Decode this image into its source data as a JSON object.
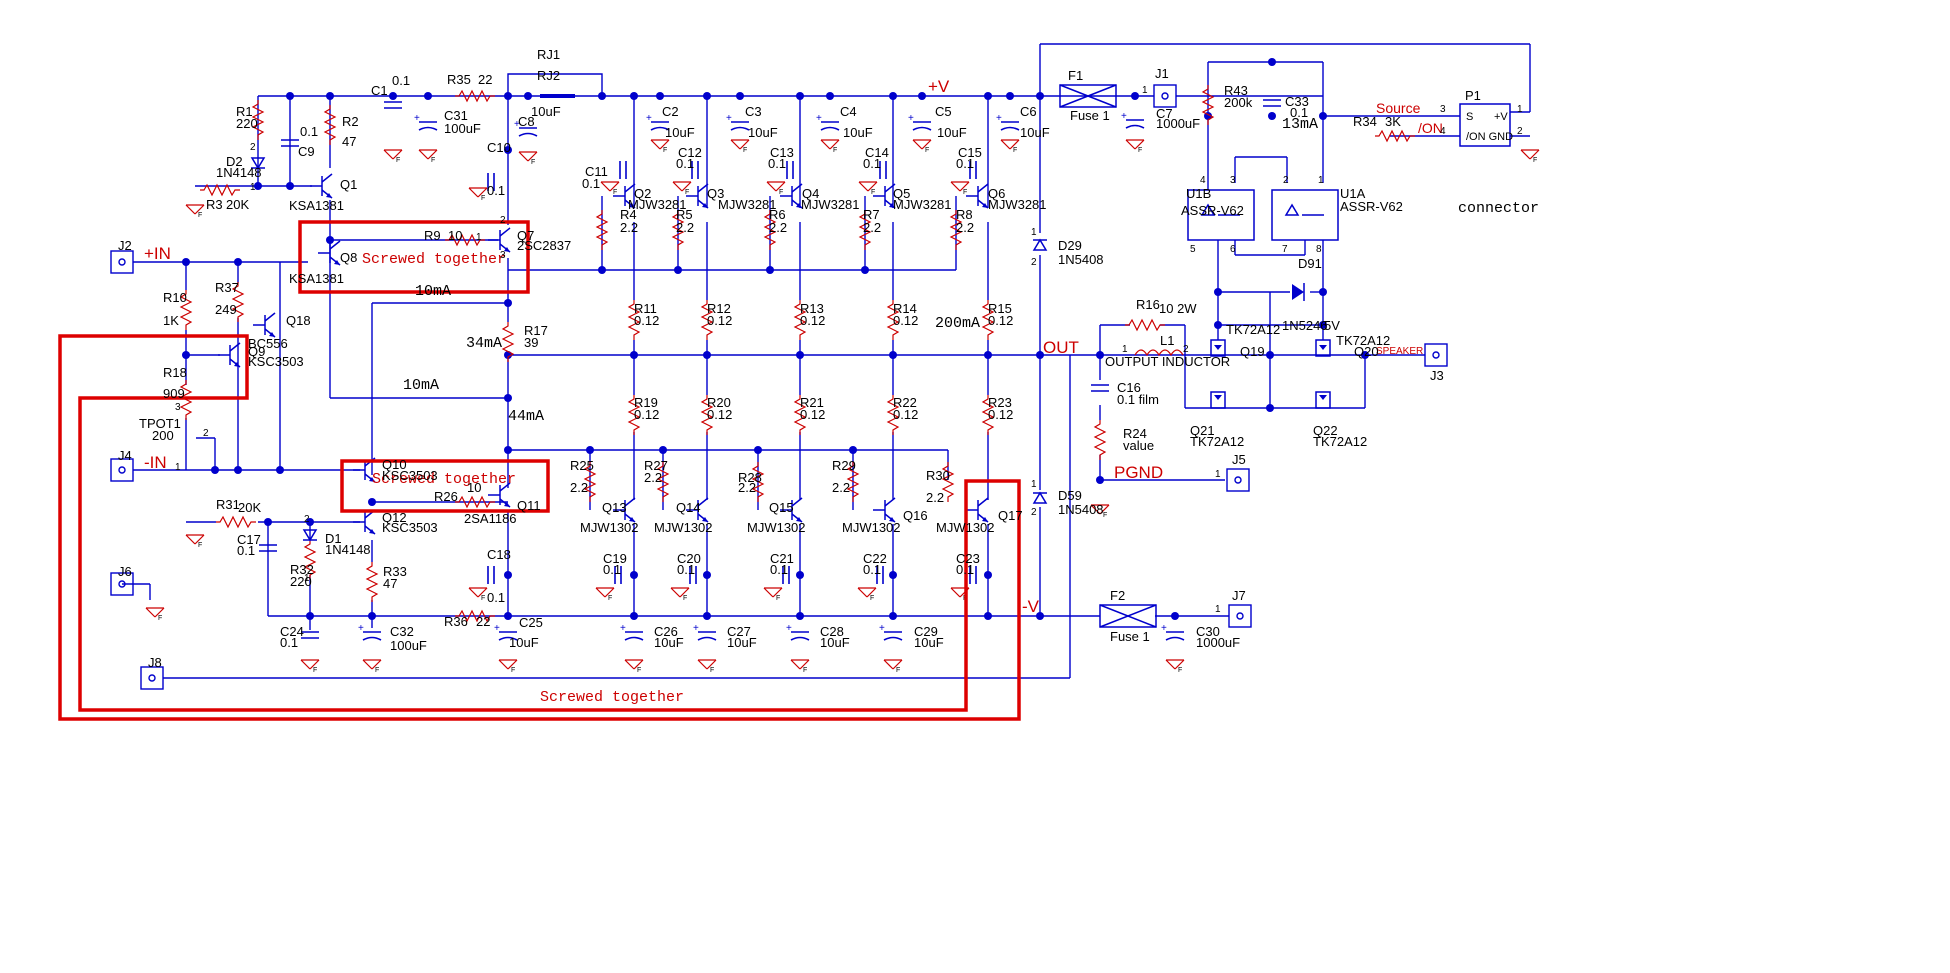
{
  "nets": {
    "vplus": "+V",
    "vminus": "-V",
    "out": "OUT",
    "pgnd": "PGND",
    "inplus": "+IN",
    "inminus": "-IN",
    "source": "Source",
    "on": "/ON",
    "speaker": "SPEAKER"
  },
  "notes": {
    "screwed": "Screwed together",
    "i10": "10mA",
    "i34": "34mA",
    "i10b": "10mA",
    "i44": "44mA",
    "i200": "200mA",
    "i13": "13mA",
    "connector": "connector"
  },
  "resistors": {
    "R1": "R1",
    "v1": "220",
    "R2": "R2",
    "v2": "47",
    "R3": "R3",
    "v3": "20K",
    "R35": "R35",
    "v35": "22",
    "R9": "R9",
    "v9": "10",
    "R10": "R10",
    "v10": "1K",
    "R37": "R37",
    "v37": "249",
    "R18": "R18",
    "v18": "909",
    "R17": "R17",
    "v17": "39",
    "R31": "R31",
    "v31": "20K",
    "R32": "R32",
    "v32": "220",
    "R33": "R33",
    "v33": "47",
    "R26": "R26",
    "v26": "10",
    "R36": "R36",
    "v36": "22",
    "R4": "R4",
    "R5": "R5",
    "R6": "R6",
    "R7": "R7",
    "R8": "R8",
    "v22": "2.2",
    "R11": "R11",
    "R12": "R12",
    "R13": "R13",
    "R14": "R14",
    "R15": "R15",
    "R19": "R19",
    "R20": "R20",
    "R21": "R21",
    "R22": "R22",
    "R23": "R23",
    "v012": "0.12",
    "R25": "R25",
    "R27": "R27",
    "R28": "R28",
    "R29": "R29",
    "R30": "R30",
    "R16": "R16",
    "v16": "10 2W",
    "R24": "R24",
    "v24": "value",
    "R43": "R43",
    "v43": "200k",
    "R34": "R34",
    "v34": "3K",
    "TPOT1": "TPOT1",
    "vpot": "200"
  },
  "capacitors": {
    "C1": "C1",
    "v1": "0.1",
    "C9": "C9",
    "v9": "0.1",
    "C31": "C31",
    "v31": "100uF",
    "C8": "C8",
    "v8": "10uF",
    "C10": "C10",
    "v10": "0.1",
    "C2": "C2",
    "C3": "C3",
    "C4": "C4",
    "C5": "C5",
    "C6": "C6",
    "v10u": "10uF",
    "C11": "C11",
    "v11": "0.1",
    "C12": "C12",
    "C13": "C13",
    "C14": "C14",
    "C15": "C15",
    "v01": "0.1",
    "C7": "C7",
    "v7": "1000uF",
    "C33": "C33",
    "v33": "0.1",
    "C16": "C16",
    "v16": "0.1 film",
    "C17": "C17",
    "v17": "0.1",
    "C24": "C24",
    "v24": "0.1",
    "C32": "C32",
    "v32": "100uF",
    "C18": "C18",
    "v18": "0.1",
    "C25": "C25",
    "v25": "10uF",
    "C19": "C19",
    "C20": "C20",
    "C21": "C21",
    "C22": "C22",
    "C23": "C23",
    "C26": "C26",
    "C27": "C27",
    "C28": "C28",
    "C29": "C29",
    "C30": "C30",
    "v30": "1000uF"
  },
  "semis": {
    "Q1": "Q1",
    "KSA1381": "KSA1381",
    "Q8": "Q8",
    "Q7": "Q7",
    "v7": "2SC2837",
    "Q18": "Q18",
    "Q9": "Q9",
    "BC556": "BC556",
    "KSC3503": "KSC3503",
    "Q10": "Q10",
    "Q11": "Q11",
    "v11": "2SA1186",
    "Q12": "Q12",
    "Q2": "Q2",
    "Q3": "Q3",
    "Q4": "Q4",
    "Q5": "Q5",
    "Q6": "Q6",
    "MJW3281": "MJW3281",
    "Q13": "Q13",
    "Q14": "Q14",
    "Q15": "Q15",
    "Q16": "Q16",
    "Q17": "Q17",
    "MJW1302": "MJW1302",
    "Q19": "Q19",
    "Q20": "Q20",
    "Q21": "Q21",
    "Q22": "Q22",
    "TK72A12": "TK72A12",
    "D1": "D1",
    "D2": "D2",
    "N4148": "1N4148",
    "D29": "D29",
    "D59": "D59",
    "N5408": "1N5408",
    "D91": "D91",
    "N5246": "1N5246",
    "v5": "5V",
    "U1A": "U1A",
    "U1B": "U1B",
    "ASSR": "ASSR-V62"
  },
  "parts": {
    "F1": "F1",
    "F2": "F2",
    "fuse": "Fuse 1",
    "L1": "L1",
    "inductor": "OUTPUT INDUCTOR",
    "RJ1": "RJ1",
    "RJ2": "RJ2",
    "J1": "J1",
    "J2": "J2",
    "J3": "J3",
    "J4": "J4",
    "J5": "J5",
    "J6": "J6",
    "J7": "J7",
    "J8": "J8",
    "P1": "P1",
    "p1S": "S",
    "p1V": "+V",
    "p1ON": "/ON GND"
  },
  "colors": {
    "wire": "#0000cc",
    "resistor": "#cc0000",
    "annotation": "#dd0000"
  }
}
